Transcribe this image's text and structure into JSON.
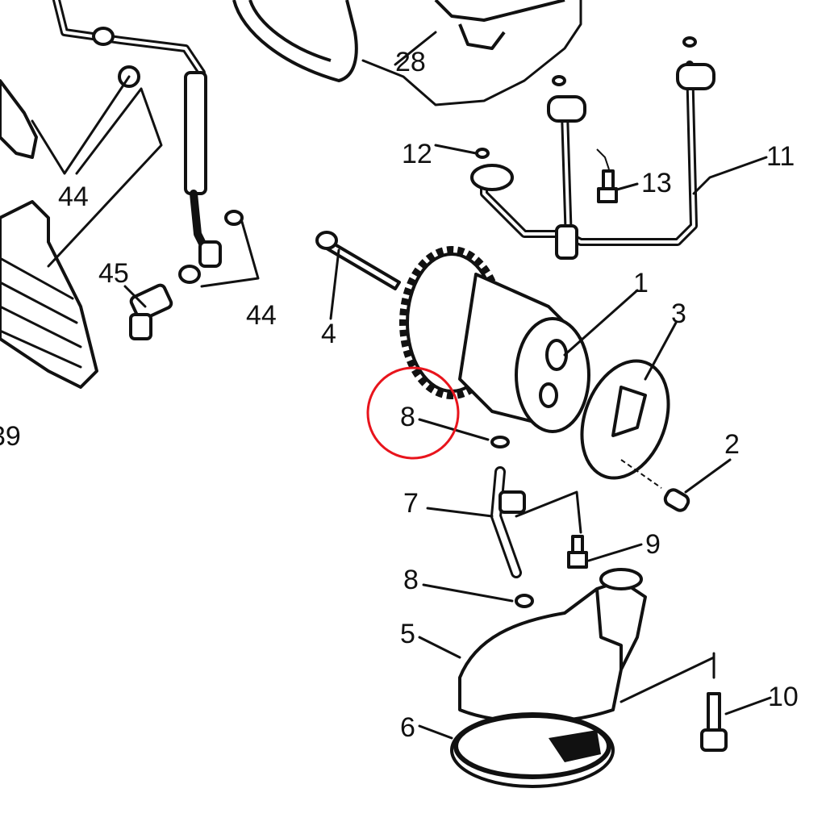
{
  "diagram": {
    "title": "Oil pump assembly exploded view",
    "callouts": [
      "28",
      "12",
      "11",
      "13",
      "44",
      "44",
      "45",
      "4",
      "1",
      "3",
      "39",
      "8",
      "2",
      "7",
      "9",
      "8",
      "5",
      "6",
      "10"
    ],
    "highlight": {
      "label": "8",
      "color": "#e8141c"
    }
  }
}
